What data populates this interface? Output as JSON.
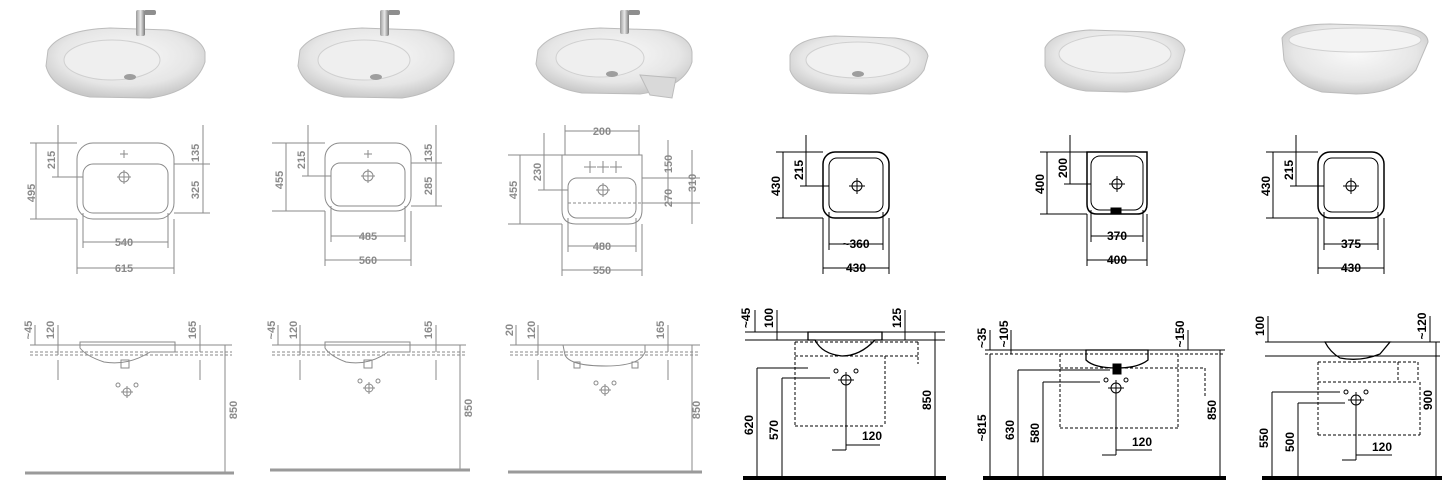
{
  "columns": [
    {
      "id": "c1",
      "style": "grey",
      "plan": {
        "outer_h": "495",
        "inner_top": "215",
        "right_top": "135",
        "right_bottom": "325",
        "inner_w": "540",
        "outer_w": "615"
      },
      "section": {
        "d_a": "~45",
        "d_b": "120",
        "d_c": "165",
        "height": "850"
      }
    },
    {
      "id": "c2",
      "style": "grey",
      "plan": {
        "outer_h": "455",
        "inner_top": "215",
        "right_top": "135",
        "right_bottom": "285",
        "inner_w": "485",
        "outer_w": "560"
      },
      "section": {
        "d_a": "~45",
        "d_b": "120",
        "d_c": "165",
        "height": "850"
      }
    },
    {
      "id": "c3",
      "style": "grey",
      "plan": {
        "top_w": "200",
        "outer_h": "455",
        "inner_top": "230",
        "right_top": "150",
        "right_mid": "310",
        "right_bottom": "270",
        "inner_w": "480",
        "outer_w": "550"
      },
      "section": {
        "d_a": "20",
        "d_b": "120",
        "d_c": "165",
        "height": "850"
      }
    },
    {
      "id": "c4",
      "style": "black",
      "plan": {
        "outer_h": "430",
        "inner_top": "215",
        "inner_w": "~360",
        "outer_w": "430"
      },
      "section": {
        "d_a": "~45",
        "d_b": "100",
        "d_c": "125",
        "h_total": "850",
        "h_low": "620",
        "h_mid": "570",
        "offset": "120"
      }
    },
    {
      "id": "c5",
      "style": "black",
      "plan": {
        "outer_h": "400",
        "inner_top": "200",
        "inner_w": "370",
        "outer_w": "400"
      },
      "section": {
        "d_a": "~35",
        "d_b": "~105",
        "d_c": "~150",
        "h_left": "~815",
        "h_low": "630",
        "h_mid": "580",
        "h_total": "850",
        "offset": "120"
      }
    },
    {
      "id": "c6",
      "style": "black",
      "plan": {
        "outer_h": "430",
        "inner_top": "215",
        "inner_w": "375",
        "outer_w": "430"
      },
      "section": {
        "d_b": "100",
        "d_c": "~120",
        "h_low": "550",
        "h_mid": "500",
        "h_total": "900",
        "offset": "120"
      }
    }
  ]
}
